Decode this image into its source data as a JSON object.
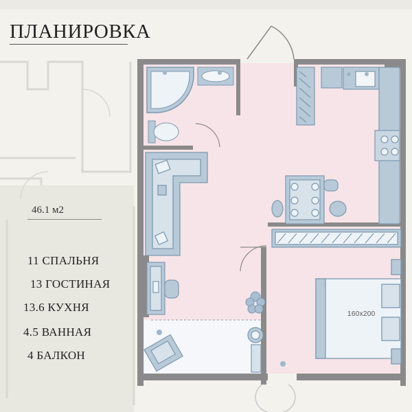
{
  "title": "ПЛАНИРОВКА",
  "total_area": "46.1 м2",
  "rooms": [
    {
      "area": "11",
      "name": "СПАЛЬНЯ"
    },
    {
      "area": "13",
      "name": "ГОСТИНАЯ"
    },
    {
      "area": "13.6",
      "name": "КУХНЯ"
    },
    {
      "area": "4.5",
      "name": "ВАННАЯ"
    },
    {
      "area": "4",
      "name": "БАЛКОН"
    }
  ],
  "bed_label": "160x200",
  "colors": {
    "floor": "#f7e4e8",
    "wall": "#8a8a8a",
    "furniture": "#b8cad8",
    "furniture_stroke": "#7d99b0",
    "background": "#f3f2ed",
    "ghost_plan": "#dcdcd6"
  }
}
